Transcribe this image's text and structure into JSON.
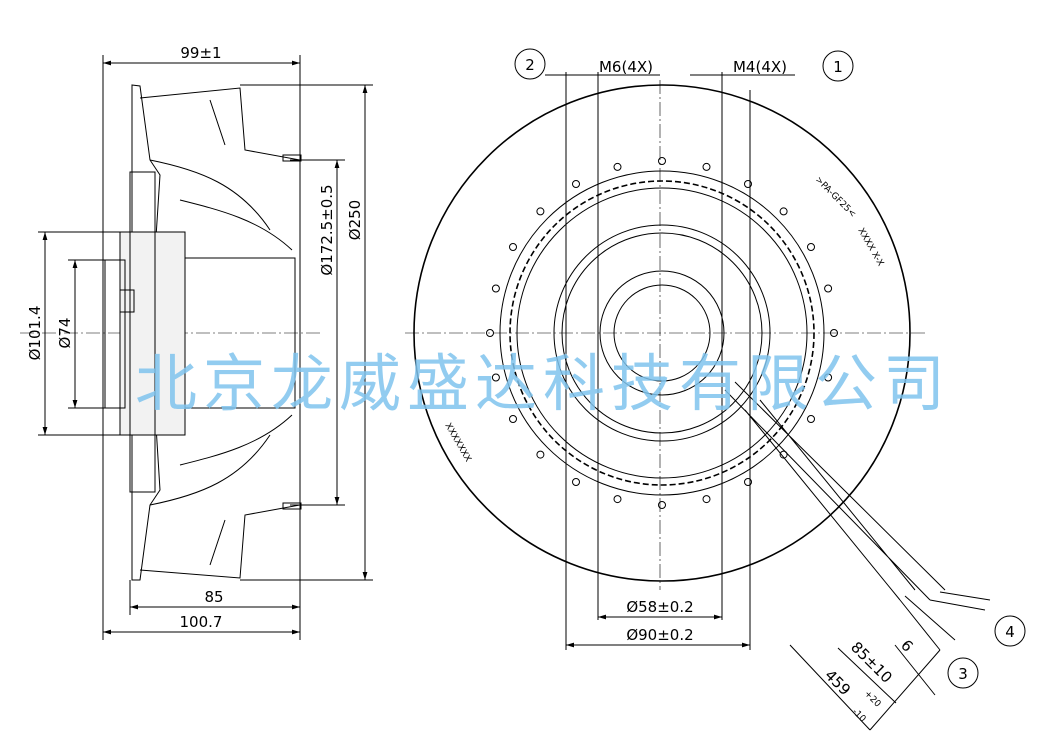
{
  "side_view": {
    "width_total": "99±1",
    "dia_101": "Ø101.4",
    "dia_74": "Ø74",
    "dia_172": "Ø172.5±0.5",
    "dia_250": "Ø250",
    "len_85": "85",
    "len_100": "100.7"
  },
  "front_view": {
    "thread_m6": "M6(4X)",
    "thread_m4": "M4(4X)",
    "dia_58": "Ø58±0.2",
    "dia_90": "Ø90±0.2",
    "cable_85": "85±10",
    "cable_6": "6",
    "cable_459": "459",
    "cable_459_tol_plus": "+20",
    "cable_459_tol_minus": "-10",
    "label_material": ">PA-GF25<",
    "label_code": "XXXX X-X",
    "label_serial": "XXXXXXX"
  },
  "callouts": [
    "1",
    "2",
    "3",
    "4"
  ],
  "watermark": "北京龙威盛达科技有限公司"
}
